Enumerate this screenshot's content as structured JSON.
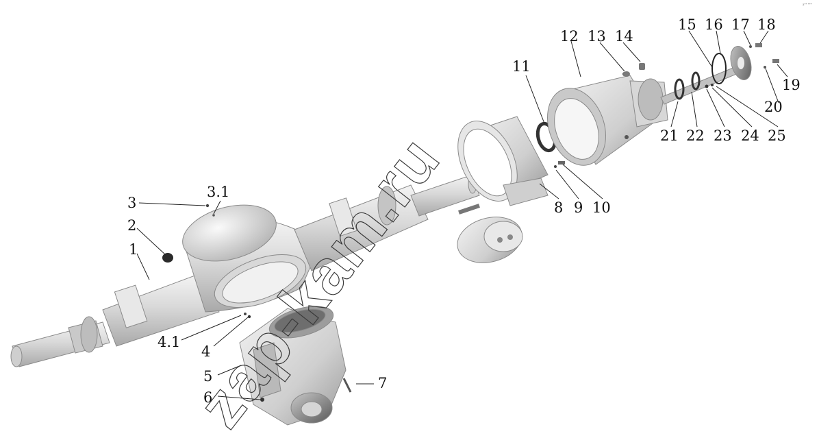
{
  "watermark": "zap-kam.ru",
  "corner_mark": "a** ***",
  "labels": {
    "p1": "1",
    "p2": "2",
    "p3": "3",
    "p3_1": "3.1",
    "p4": "4",
    "p4_1": "4.1",
    "p5": "5",
    "p6": "6",
    "p7": "7",
    "p8": "8",
    "p9": "9",
    "p10": "10",
    "p11": "11",
    "p12": "12",
    "p13": "13",
    "p14": "14",
    "p15": "15",
    "p16": "16",
    "p17": "17",
    "p18": "18",
    "p19": "19",
    "p20": "20",
    "p21": "21",
    "p22": "22",
    "p23": "23",
    "p24": "24",
    "p25": "25"
  }
}
